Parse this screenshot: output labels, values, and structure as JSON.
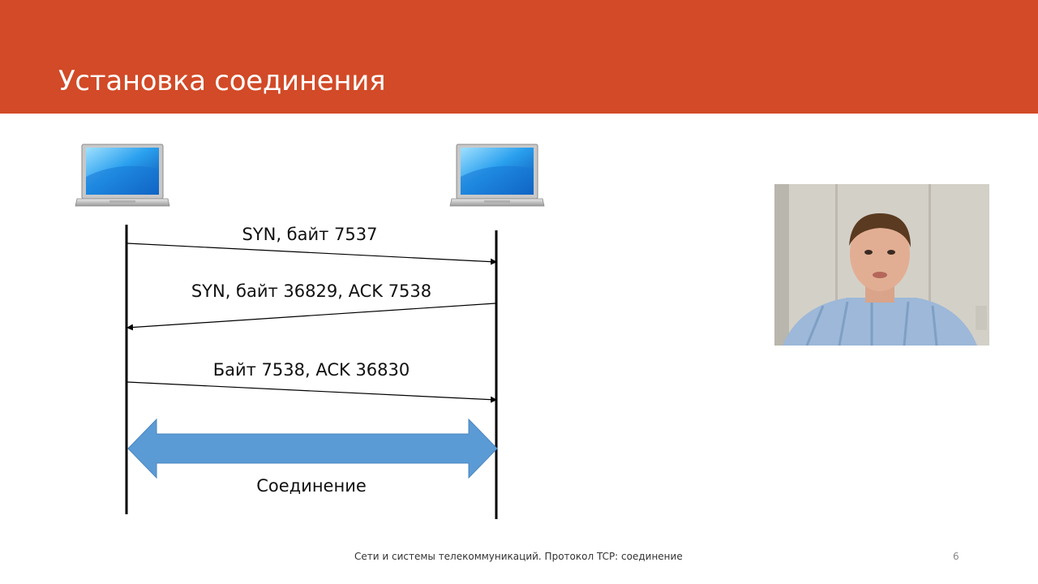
{
  "slide": {
    "title": "Установка соединения",
    "footer": "Сети и системы телекоммуникаций. Протокол TCP: соединение",
    "page_number": "6"
  },
  "colors": {
    "header": "#d24a27",
    "connection_arrow": "#5b9bd5",
    "screen": "#1e90e0"
  },
  "diagram": {
    "messages": [
      {
        "label": "SYN, байт 7537",
        "direction": "left-to-right"
      },
      {
        "label": "SYN, байт 36829, ACK 7538",
        "direction": "right-to-left"
      },
      {
        "label": "Байт 7538, ACK 36830",
        "direction": "left-to-right"
      }
    ],
    "connection_label": "Соединение"
  },
  "icons": {
    "left_host": "laptop-icon",
    "right_host": "laptop-icon"
  }
}
